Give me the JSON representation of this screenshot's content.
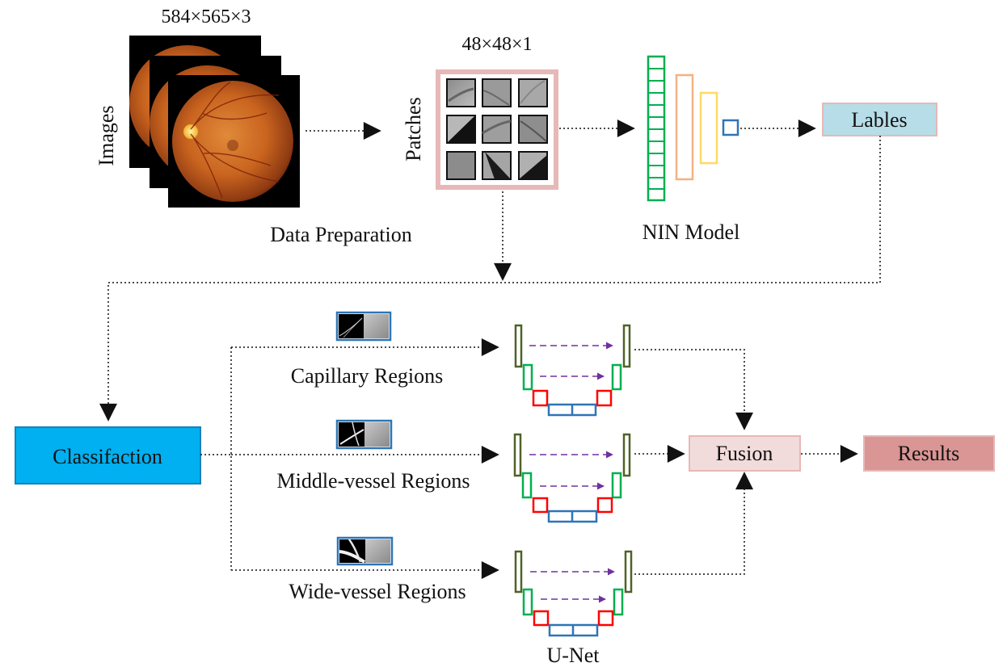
{
  "labels": {
    "images_dims": "584×565×3",
    "patches_dims": "48×48×1",
    "images": "Images",
    "patches": "Patches",
    "data_preparation": "Data Preparation",
    "nin_model": "NIN Model",
    "capillary": "Capillary Regions",
    "middle": "Middle-vessel Regions",
    "wide": "Wide-vessel Regions",
    "unet": "U-Net"
  },
  "boxes": {
    "lables": "Lables",
    "classification": "Classifaction",
    "fusion": "Fusion",
    "results": "Results"
  },
  "colors": {
    "classification_fill": "#00b0f0",
    "classification_border": "#1f7fb8",
    "lables_fill": "#b7dde8",
    "lables_border": "#e6b8b7",
    "fusion_fill": "#f2dcdb",
    "fusion_border": "#e6b8b7",
    "results_fill": "#d99694",
    "results_border": "#e6b8b7",
    "patch_frame": "#e6b8b7",
    "nin_green": "#00b050",
    "nin_peach": "#f4b183",
    "nin_yellow": "#ffd966",
    "nin_blue": "#2e75b6",
    "unet_dark_green": "#4f6228",
    "unet_green": "#00b050",
    "unet_red": "#ff0000",
    "unet_blue": "#2e75b6",
    "skip_arrow": "#7030a0",
    "region_thumb_border": "#2e75b6"
  },
  "icons": {
    "fundus_stack": "retina-fundus-image-stack",
    "patch_grid": "3x3-patch-grid",
    "nin_layers": "network-in-network-layer-stack",
    "unet_blocks": "u-net-encoder-decoder",
    "region_thumbs": "vessel-region-patch-thumbnail"
  }
}
